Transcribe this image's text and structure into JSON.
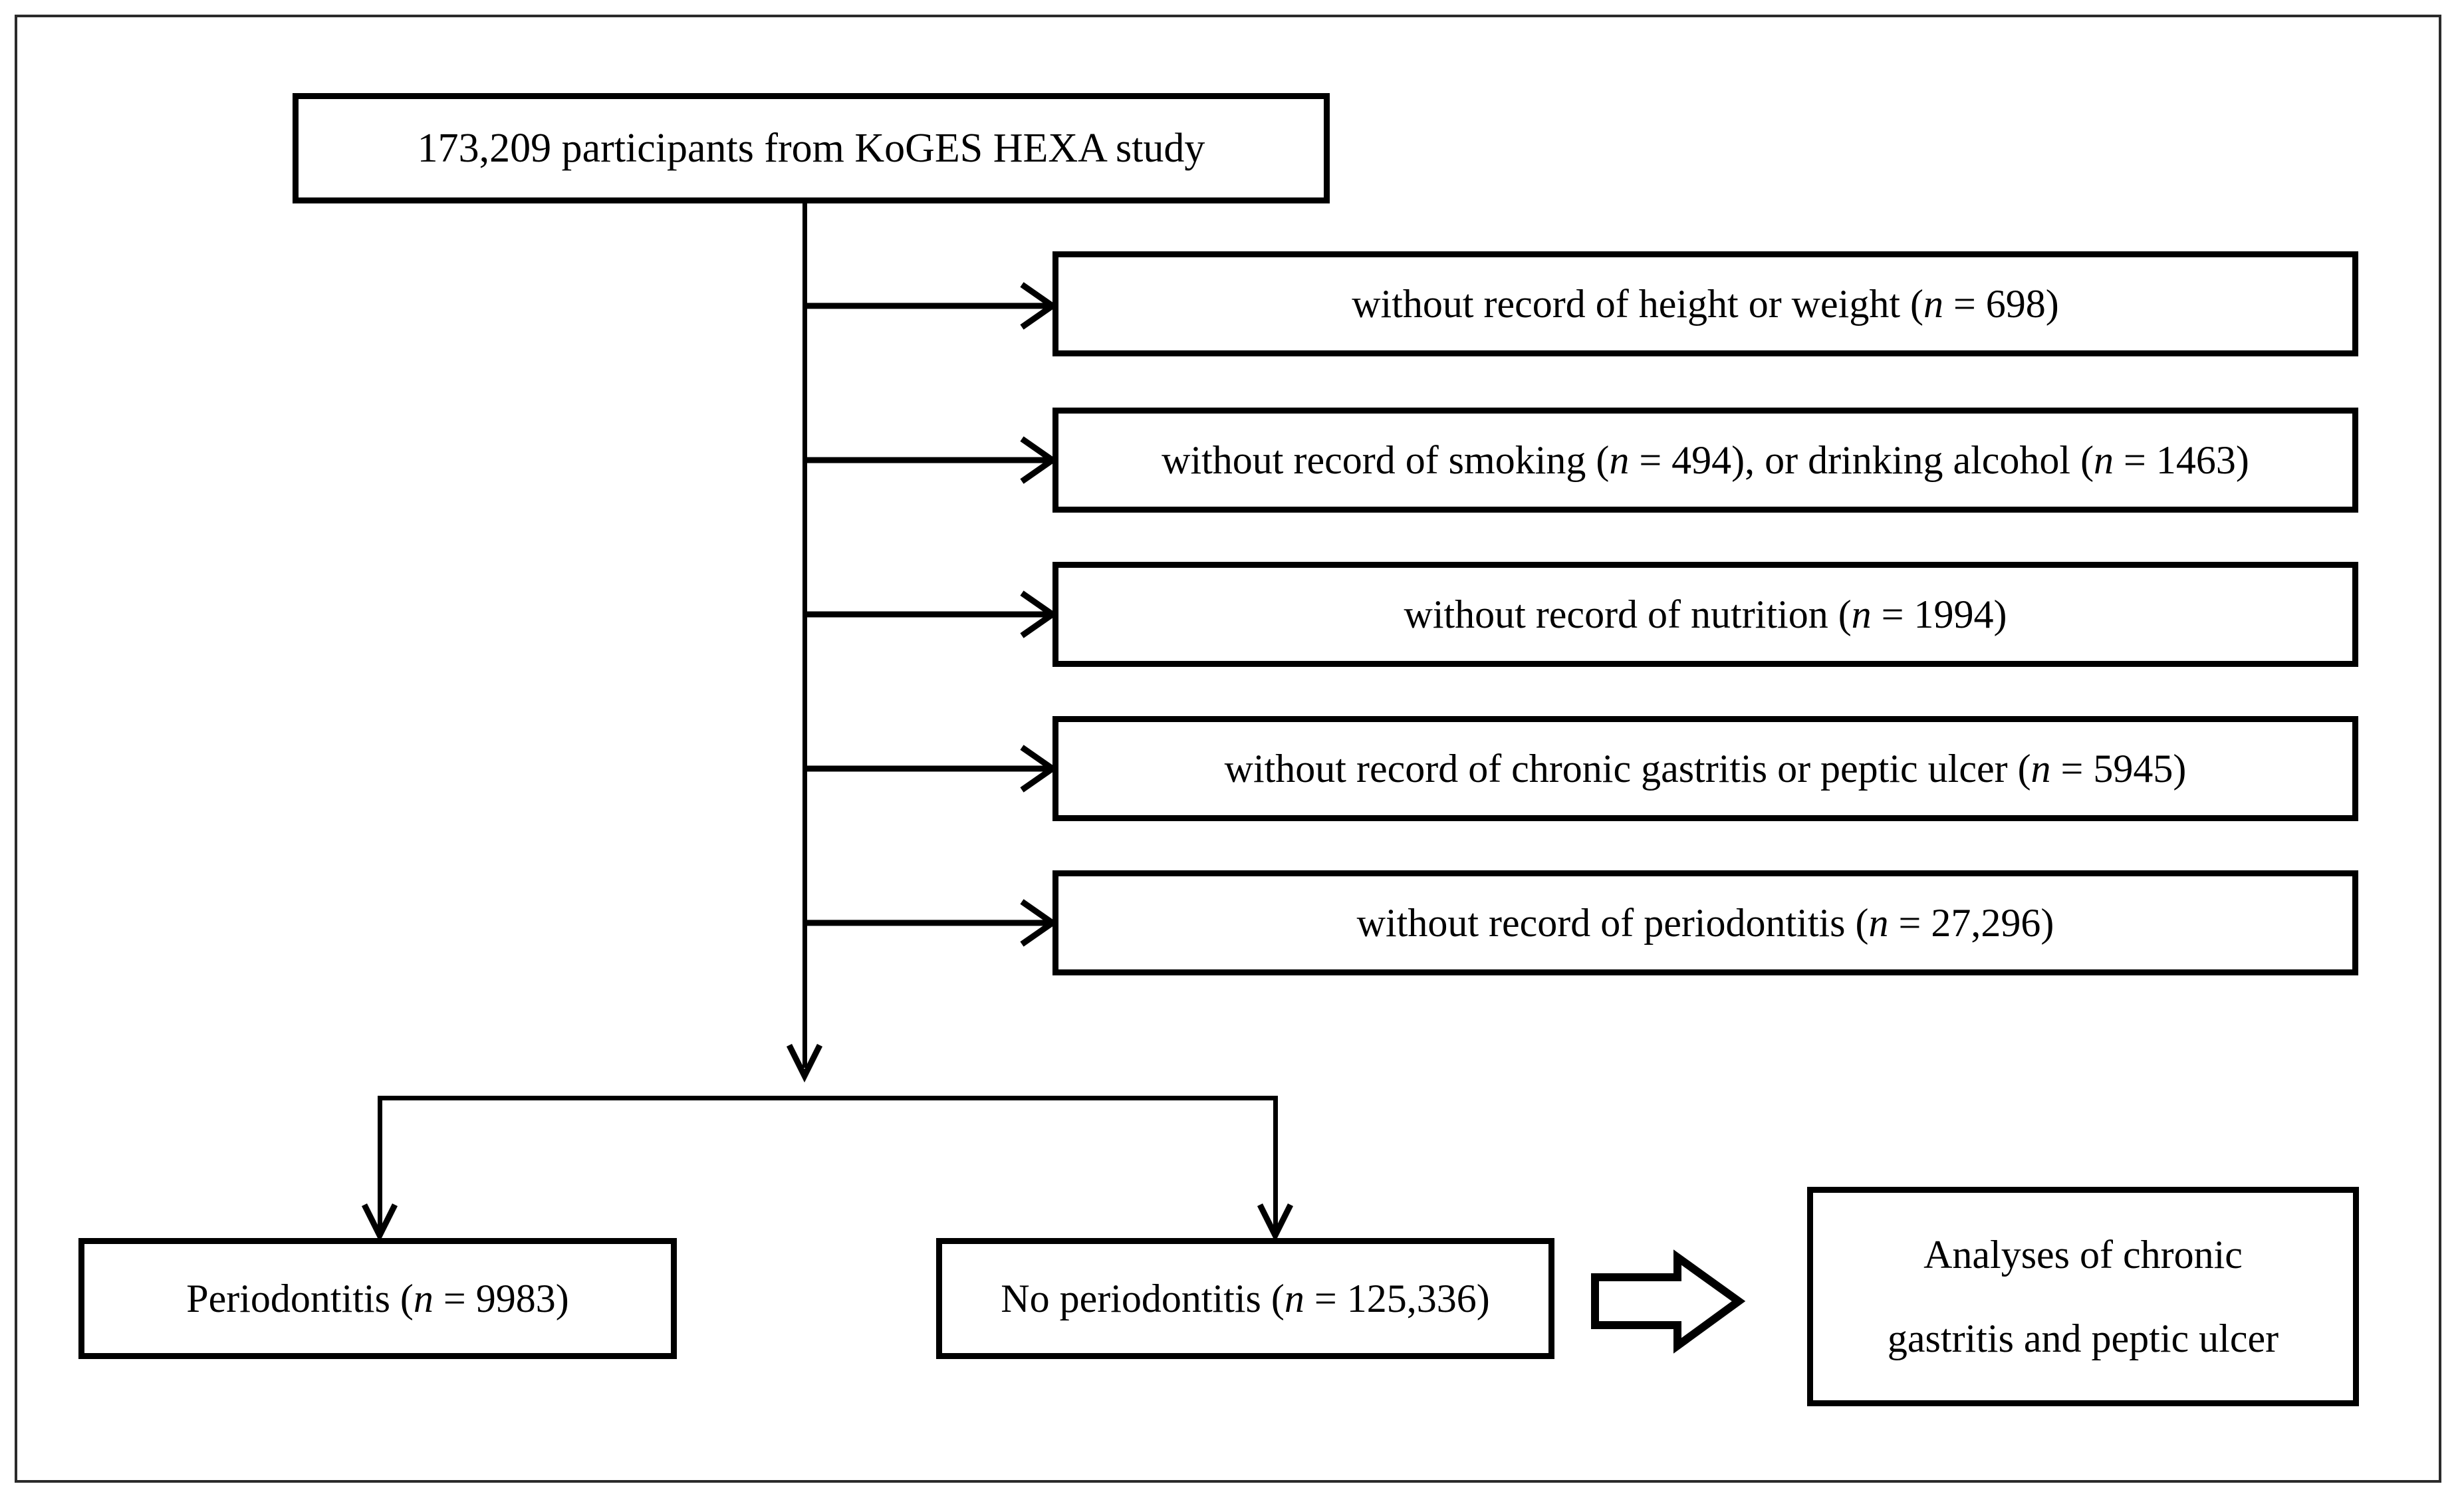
{
  "figure": {
    "type": "flowchart",
    "title": "Study participant selection flow diagram",
    "accent_color": "#000000",
    "frame_color": "#2b2b2b",
    "background": "#ffffff"
  },
  "source_box": {
    "count": "173,209",
    "text_before": "173,209 participants from KoGES HEXA study",
    "label": "173,209 participants from KoGES HEXA study"
  },
  "exclusions": [
    {
      "prefix": "without  record of height or weight (",
      "n_symbol": "n",
      "value": " = 698)",
      "n": 698,
      "label": "without  record of height or weight (n = 698)"
    },
    {
      "prefix": "without  record of smoking (",
      "n_symbol": "n",
      "value": " = 494), or drinking alcohol (",
      "n_symbol2": "n",
      "value2": " = 1463)",
      "n": 494,
      "n2": 1463,
      "label": "without  record of smoking (n = 494), or drinking alcohol (n = 1463)"
    },
    {
      "prefix": "without  record of nutrition (",
      "n_symbol": "n",
      "value": " = 1994)",
      "n": 1994,
      "label": "without  record of nutrition (n = 1994)"
    },
    {
      "prefix": "without  record of chronic gastritis or peptic ulcer (",
      "n_symbol": "n",
      "value": " = 5945)",
      "n": 5945,
      "label": "without  record of chronic gastritis or peptic ulcer (n = 5945)"
    },
    {
      "prefix": "without  record of periodontitis  (",
      "n_symbol": "n",
      "value": " = 27,296)",
      "n": 27296,
      "label": "without  record of periodontitis  (n = 27,296)"
    }
  ],
  "outcomes": [
    {
      "prefix": "Periodontitis (",
      "n_symbol": "n",
      "value": " = 9983)",
      "n": 9983,
      "label": "Periodontitis (n = 9983)"
    },
    {
      "prefix": "No periodontitis (",
      "n_symbol": "n",
      "value": " = 125,336)",
      "n": 125336,
      "label": "No periodontitis (n = 125,336)"
    }
  ],
  "analysis_box": {
    "line1": "Analyses of chronic",
    "line2": "gastritis and peptic ulcer",
    "label": "Analyses of chronic gastritis and peptic ulcer"
  },
  "connectors": {
    "trunk_name": "main-vertical-trunk",
    "branch_arrow_name": "exclusion-branch-arrow",
    "split_name": "outcome-split-connector",
    "block_arrow_name": "block-arrow-to-analysis"
  }
}
